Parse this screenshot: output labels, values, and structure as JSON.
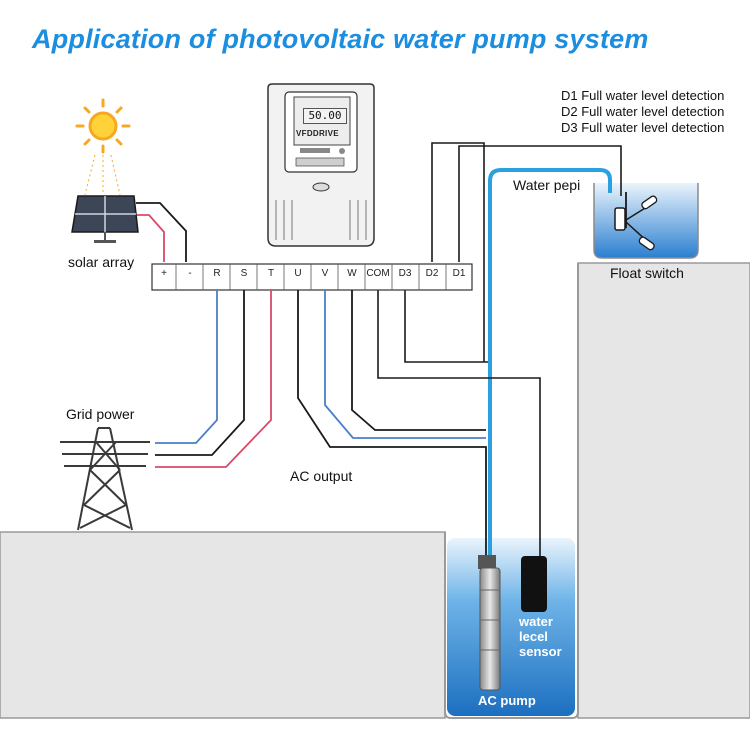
{
  "title": "Application of photovoltaic water pump system",
  "labels": {
    "solar_array": "solar array",
    "grid_power": "Grid power",
    "ac_output": "AC output",
    "water_pipe": "Water pepi",
    "float_switch": "Float switch",
    "water_level_sensor": [
      "water",
      "lecel",
      "sensor"
    ],
    "ac_pump": "AC pump"
  },
  "detection": [
    "D1 Full water level detection",
    "D2 Full water level detection",
    "D3 Full water level detection"
  ],
  "drive": {
    "brand": "VFDDRIVE",
    "display_value": "50.00"
  },
  "terminals": [
    "+",
    "-",
    "R",
    "S",
    "T",
    "U",
    "V",
    "W",
    "COM",
    "D3",
    "D2",
    "D1"
  ],
  "colors": {
    "title": "#1b8ee0",
    "ground": "#e6e6e6",
    "water": "#2f8fd8",
    "wire_black": "#1a1a1a",
    "wire_red": "#d94a6a",
    "wire_blue": "#4a7fc8",
    "pipe": "#2aa0e0"
  }
}
